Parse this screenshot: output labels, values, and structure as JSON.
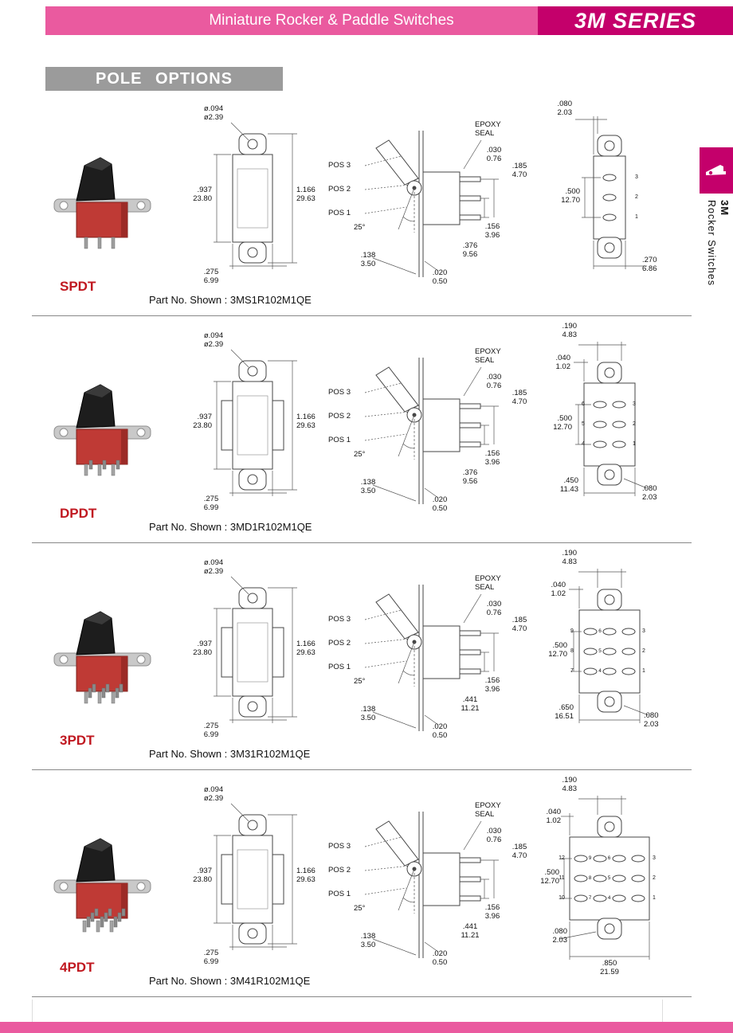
{
  "header": {
    "title": "Miniature Rocker & Paddle Switches",
    "series": "3M SERIES"
  },
  "pole_options_title": "POLE OPTIONS",
  "side_tab": {
    "series": "3M",
    "label": "Rocker Switches"
  },
  "sections": [
    {
      "pole": "SPDT",
      "part_no": "Part No. Shown : 3MS1R102M1QE",
      "front": {
        "hole": "ø.094\nø2.39",
        "body_h": ".937\n23.80",
        "overall_h": "1.166\n29.63",
        "width": ".275\n6.99"
      },
      "side": {
        "pos3": "POS 3",
        "pos2": "POS 2",
        "pos1": "POS 1",
        "angle": "25°",
        "epoxy": "EPOXY\nSEAL",
        "seal": ".030\n0.76",
        "pin_length": ".185\n4.70",
        "pin_pitch": ".156\n3.96",
        "pin_span": ".376\n9.56",
        "plate": ".138\n3.50",
        "gap": ".020\n0.50"
      },
      "bottom": {
        "dim_top": ".080\n2.03",
        "dim_left": ".500\n12.70",
        "dim_bottom": ".270\n6.86",
        "pin_cols": [
          [
            "3",
            "2",
            "1"
          ]
        ]
      }
    },
    {
      "pole": "DPDT",
      "part_no": "Part No. Shown : 3MD1R102M1QE",
      "front": {
        "hole": "ø.094\nø2.39",
        "body_h": ".937\n23.80",
        "overall_h": "1.166\n29.63",
        "width": ".275\n6.99"
      },
      "side": {
        "pos3": "POS 3",
        "pos2": "POS 2",
        "pos1": "POS 1",
        "angle": "25°",
        "epoxy": "EPOXY\nSEAL",
        "seal": ".030\n0.76",
        "pin_length": ".185\n4.70",
        "pin_pitch": ".156\n3.96",
        "pin_span": ".376\n9.56",
        "plate": ".138\n3.50",
        "gap": ".020\n0.50"
      },
      "bottom": {
        "dim_top": ".190\n4.83",
        "dim_offset": ".040\n1.02",
        "dim_left": ".500\n12.70",
        "dim_bottom_left": ".450\n11.43",
        "dim_bottom_right": ".080\n2.03",
        "pin_cols": [
          [
            "6",
            "5",
            "4"
          ],
          [
            "3",
            "2",
            "1"
          ]
        ]
      }
    },
    {
      "pole": "3PDT",
      "part_no": "Part No. Shown : 3M31R102M1QE",
      "front": {
        "hole": "ø.094\nø2.39",
        "body_h": ".937\n23.80",
        "overall_h": "1.166\n29.63",
        "width": ".275\n6.99"
      },
      "side": {
        "pos3": "POS 3",
        "pos2": "POS 2",
        "pos1": "POS 1",
        "angle": "25°",
        "epoxy": "EPOXY\nSEAL",
        "seal": ".030\n0.76",
        "pin_length": ".185\n4.70",
        "pin_pitch": ".156\n3.96",
        "pin_span": ".441\n11.21",
        "plate": ".138\n3.50",
        "gap": ".020\n0.50"
      },
      "bottom": {
        "dim_top": ".190\n4.83",
        "dim_offset": ".040\n1.02",
        "dim_left": ".500\n12.70",
        "dim_bottom_left": ".650\n16.51",
        "dim_bottom_right": ".080\n2.03",
        "pin_cols": [
          [
            "9",
            "8",
            "7"
          ],
          [
            "6",
            "5",
            "4"
          ],
          [
            "3",
            "2",
            "1"
          ]
        ]
      }
    },
    {
      "pole": "4PDT",
      "part_no": "Part No. Shown : 3M41R102M1QE",
      "front": {
        "hole": "ø.094\nø2.39",
        "body_h": ".937\n23.80",
        "overall_h": "1.166\n29.63",
        "width": ".275\n6.99"
      },
      "side": {
        "pos3": "POS 3",
        "pos2": "POS 2",
        "pos1": "POS 1",
        "angle": "25°",
        "epoxy": "EPOXY\nSEAL",
        "seal": ".030\n0.76",
        "pin_length": ".185\n4.70",
        "pin_pitch": ".156\n3.96",
        "pin_span": ".441\n11.21",
        "plate": ".138\n3.50",
        "gap": ".020\n0.50"
      },
      "bottom": {
        "dim_top": ".190\n4.83",
        "dim_offset": ".040\n1.02",
        "dim_left": ".500\n12.70",
        "dim_bottom_left": ".080\n2.03",
        "dim_bottom": ".850\n21.59",
        "pin_cols": [
          [
            "12",
            "11",
            "10"
          ],
          [
            "9",
            "8",
            "7"
          ],
          [
            "6",
            "5",
            "4"
          ],
          [
            "3",
            "2",
            "1"
          ]
        ]
      }
    }
  ]
}
